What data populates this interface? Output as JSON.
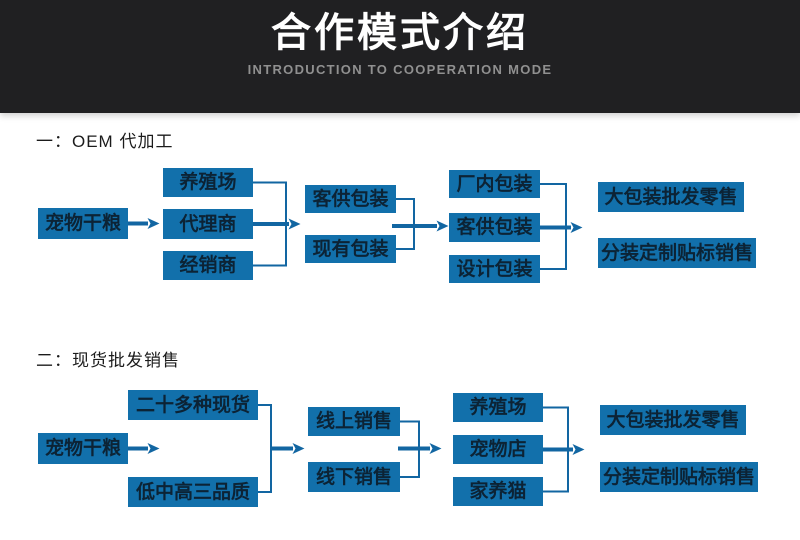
{
  "header": {
    "title": "合作模式介绍",
    "subtitle": "INTRODUCTION TO COOPERATION MODE"
  },
  "sections": [
    {
      "title": "一：OEM 代加工",
      "columns": [
        {
          "name": "product",
          "boxes": [
            "宠物干粮"
          ]
        },
        {
          "name": "channels",
          "boxes": [
            "养殖场",
            "代理商",
            "经销商"
          ]
        },
        {
          "name": "packaging-source",
          "boxes": [
            "客供包装",
            "现有包装"
          ]
        },
        {
          "name": "packaging-type",
          "boxes": [
            "厂内包装",
            "客供包装",
            "设计包装"
          ]
        },
        {
          "name": "sales-mode",
          "boxes": [
            "大包装批发零售",
            "分装定制贴标销售"
          ]
        }
      ]
    },
    {
      "title": "二：现货批发销售",
      "columns": [
        {
          "name": "product",
          "boxes": [
            "宠物干粮"
          ]
        },
        {
          "name": "stock",
          "boxes": [
            "二十多种现货",
            "低中高三品质"
          ]
        },
        {
          "name": "sales-channel",
          "boxes": [
            "线上销售",
            "线下销售"
          ]
        },
        {
          "name": "customers",
          "boxes": [
            "养殖场",
            "宠物店",
            "家养猫"
          ]
        },
        {
          "name": "sales-mode",
          "boxes": [
            "大包装批发零售",
            "分装定制贴标销售"
          ]
        }
      ]
    }
  ],
  "colors": {
    "header_bg": "#202022",
    "subtitle_text": "#909090",
    "box_fill": "#1270ab",
    "box_text": "#0c2335",
    "line": "#1266a2"
  }
}
